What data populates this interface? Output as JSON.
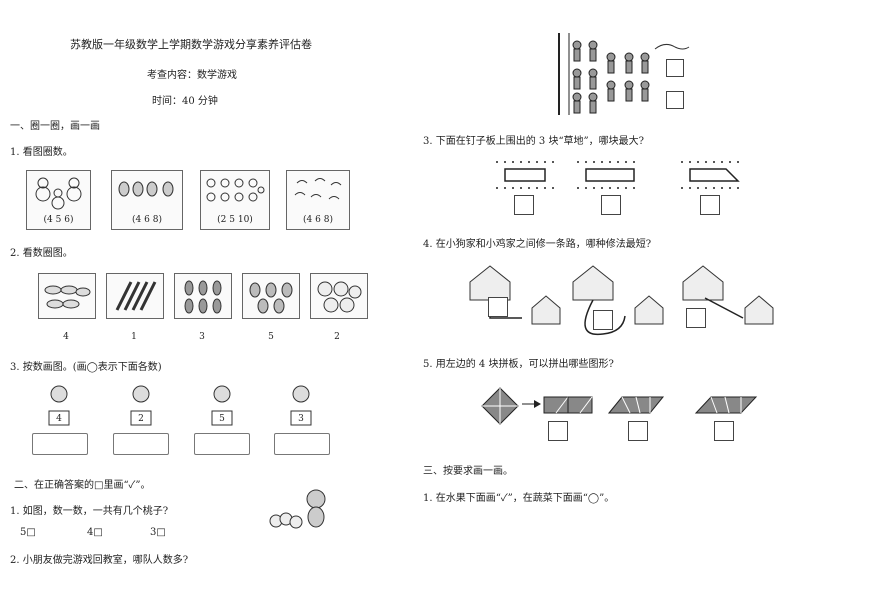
{
  "header": {
    "title": "苏教版一年级数学上学期数学游戏分享素养评估卷",
    "content": "考查内容：数学游戏",
    "time": "时间：40 分钟"
  },
  "left": {
    "section1": "一、圈一圈，画一画",
    "q1": "1. 看图圈数。",
    "q1_options": [
      "(4  5  6)",
      "(4  6  8)",
      "(2  5  10)",
      "(4  6  8)"
    ],
    "q2": "2. 看数圈图。",
    "q2_numbers": [
      "4",
      "1",
      "3",
      "5",
      "2"
    ],
    "q3": "3. 按数画图。(画◯表示下面各数)",
    "q3_cards": [
      "4",
      "2",
      "5",
      "3"
    ],
    "section2": "二、在正确答案的□里画“✓”。",
    "s2q1": "1. 如图，数一数，一共有几个桃子?",
    "s2q1_options": [
      "5□",
      "4□",
      "3□"
    ],
    "s2q2": "2. 小朋友做完游戏回教室，哪队人数多?"
  },
  "right": {
    "q3": "3. 下面在钉子板上围出的 3 块“草地”，哪块最大?",
    "q4": "4. 在小狗家和小鸡家之间修一条路，哪种修法最短?",
    "q5": "5. 用左边的 4 块拼板，可以拼出哪些图形?",
    "section3": "三、按要求画一画。",
    "s3q1": "1. 在水果下面画“✓”，在蔬菜下面画“◯”。"
  }
}
